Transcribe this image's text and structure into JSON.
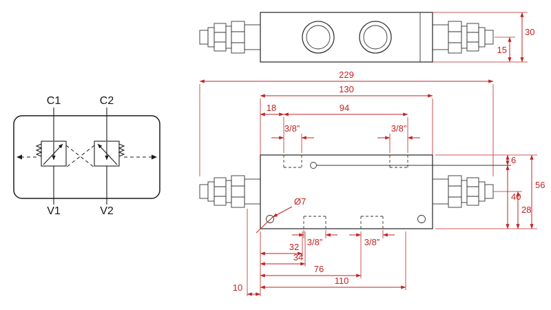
{
  "colors": {
    "dimension": "#c22222",
    "line": "#333333"
  },
  "schematic": {
    "port_c1": "C1",
    "port_c2": "C2",
    "port_v1": "V1",
    "port_v2": "V2"
  },
  "top_view": {
    "dim_total_height": "30",
    "dim_port_height": "15"
  },
  "front_view": {
    "dim_total_length": "229",
    "dim_body_length": "130",
    "dim_port_offset": "18",
    "dim_port_span": "94",
    "thread_top_left": "3/8”",
    "thread_top_right": "3/8”",
    "dim_vent_offset": "6",
    "dim_body_height": "56",
    "dim_height_40": "40",
    "dim_height_28": "28",
    "hole_diameter": "Ø7",
    "dim_32": "32",
    "dim_34": "34",
    "dim_76": "76",
    "dim_110": "110",
    "dim_10": "10",
    "thread_bottom_left": "3/8”",
    "thread_bottom_right": "3/8”"
  }
}
